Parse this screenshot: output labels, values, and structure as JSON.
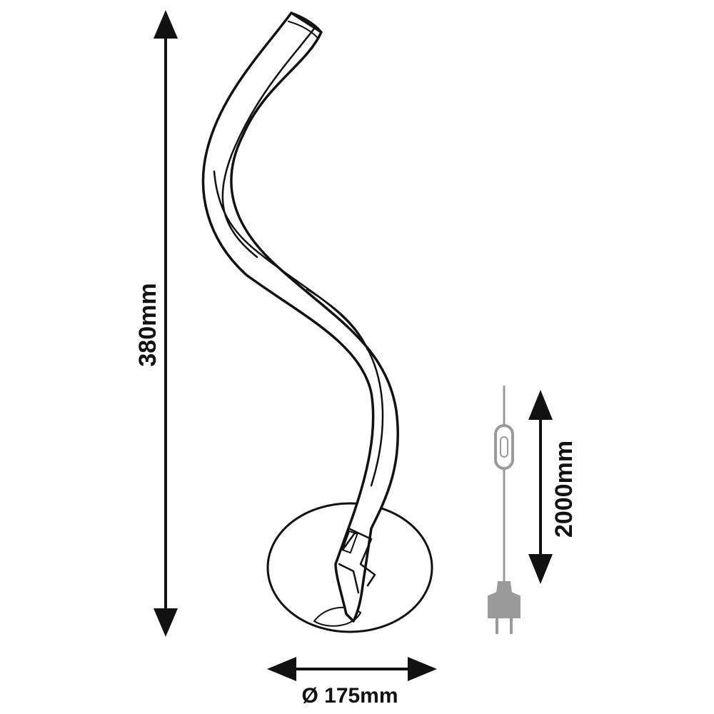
{
  "dimensions": {
    "height": "380mm",
    "cord_length": "2000mm",
    "base_diameter": "Ø 175mm"
  },
  "colors": {
    "line": "#111111",
    "plug": "#9a9a9a",
    "background": "#ffffff"
  }
}
